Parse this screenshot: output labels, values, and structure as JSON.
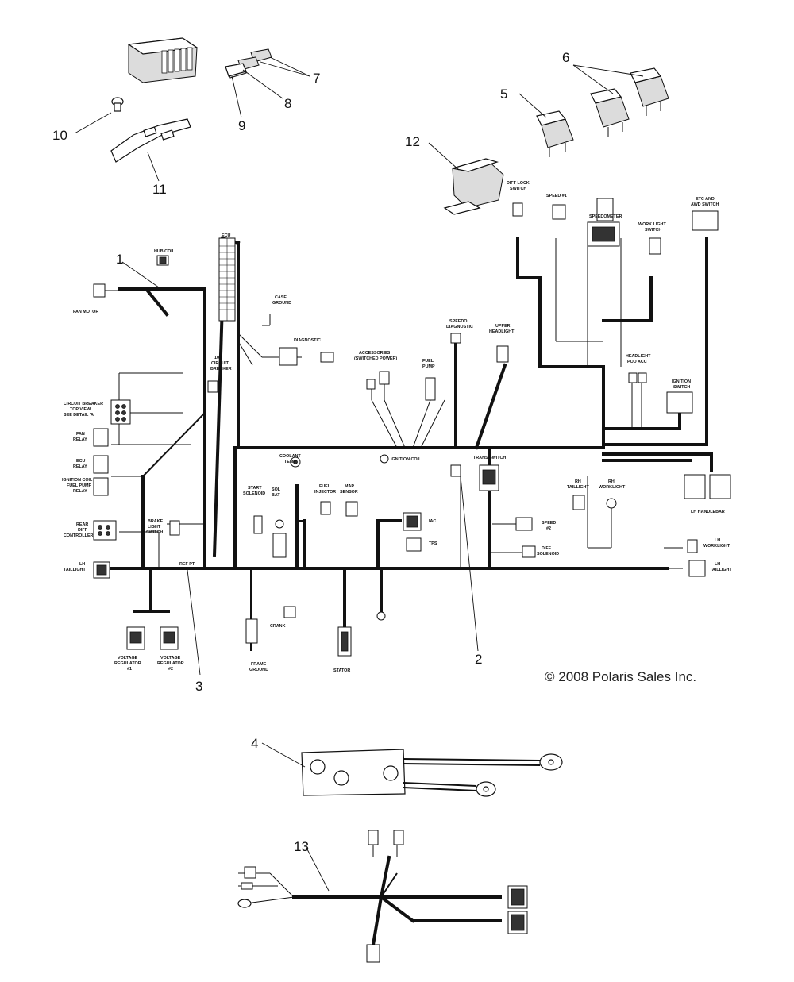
{
  "callouts": [
    "1",
    "2",
    "3",
    "4",
    "5",
    "6",
    "7",
    "8",
    "9",
    "10",
    "11",
    "12",
    "13"
  ],
  "copyright": "© 2008 Polaris Sales Inc.",
  "labels": {
    "ecu": "ECU",
    "hub_coil": "HUB COIL",
    "fan_motor": "FAN MOTOR",
    "circuit_breaker_10a_1": "10A",
    "circuit_breaker_10a_2": "CIRCUIT",
    "circuit_breaker_10a_3": "BREAKER",
    "case_ground_1": "CASE",
    "case_ground_2": "GROUND",
    "diagnostic": "DIAGNOSTIC",
    "cb_top_1": "CIRCUIT BREAKER",
    "cb_top_2": "TOP VIEW",
    "cb_top_3": "SEE DETAIL 'A'",
    "fan_relay_1": "FAN",
    "fan_relay_2": "RELAY",
    "ecu_relay_1": "ECU",
    "ecu_relay_2": "RELAY",
    "ign_relay_1": "IGNITION COIL",
    "ign_relay_2": "FUEL PUMP",
    "ign_relay_3": "RELAY",
    "rear_diff_1": "REAR",
    "rear_diff_2": "DIFF",
    "rear_diff_3": "CONTROLLER",
    "brake_light_1": "BRAKE",
    "brake_light_2": "LIGHT",
    "brake_light_3": "SWITCH",
    "lh_taillight_1": "LH",
    "lh_taillight_2": "TAILLIGHT",
    "vr1_1": "VOLTAGE",
    "vr1_2": "REGULATOR",
    "vr1_3": "#1",
    "vr2_1": "VOLTAGE",
    "vr2_2": "REGULATOR",
    "vr2_3": "#2",
    "start_solenoid_1": "START",
    "start_solenoid_2": "SOLENOID",
    "sol_bat_1": "SOL",
    "sol_bat_2": "BAT",
    "coolant_temp_1": "COOLANT",
    "coolant_temp_2": "TEMP",
    "fuel_injector_1": "FUEL",
    "fuel_injector_2": "INJECTOR",
    "map_sensor_1": "MAP",
    "map_sensor_2": "SENSOR",
    "ignition_coil": "IGNITION COIL",
    "accessories_1": "ACCESSORIES",
    "accessories_2": "(SWITCHED POWER)",
    "fuel_pump_1": "FUEL",
    "fuel_pump_2": "PUMP",
    "speedo_diag_1": "SPEEDO",
    "speedo_diag_2": "DIAGNOSTIC",
    "upper_headlight_1": "UPPER",
    "upper_headlight_2": "HEADLIGHT",
    "diff_lock_1": "DIFF LOCK",
    "diff_lock_2": "SWITCH",
    "speed1": "SPEED #1",
    "speedometer": "SPEEDOMETER",
    "work_light_1": "WORK LIGHT",
    "work_light_2": "SWITCH",
    "etc_awd_1": "ETC AND",
    "etc_awd_2": "AWD SWITCH",
    "headlight_pod_1": "HEADLIGHT",
    "headlight_pod_2": "POD ACC",
    "ignition_switch_1": "IGNITION",
    "ignition_switch_2": "SWITCH",
    "trans_switch": "TRANS SWITCH",
    "rh_taillight_1": "RH",
    "rh_taillight_2": "TAILLIGHT",
    "rh_worklight_1": "RH",
    "rh_worklight_2": "WORKLIGHT",
    "lh_handlebar": "LH HANDLEBAR",
    "iac": "IAC",
    "tps": "TPS",
    "speed2_1": "SPEED",
    "speed2_2": "#2",
    "diff_solenoid_1": "DIFF",
    "diff_solenoid_2": "SOLENOID",
    "lh_worklight_1": "LH",
    "lh_worklight_2": "WORKLIGHT",
    "lh_taillight_r_1": "LH",
    "lh_taillight_r_2": "TAILLIGHT",
    "crank": "CRANK",
    "frame_ground_1": "FRAME",
    "frame_ground_2": "GROUND",
    "stator": "STATOR",
    "ref_pt": "REF PT"
  },
  "icons": [
    "relay-icon",
    "fuse-icon",
    "bracket-icon",
    "bolt-icon",
    "fuse-block-icon",
    "battery-cable-icon",
    "connector-icon",
    "ground-symbol-icon"
  ],
  "colors": {
    "ink": "#111111",
    "paper": "#ffffff",
    "fill": "#dcdcdc"
  }
}
